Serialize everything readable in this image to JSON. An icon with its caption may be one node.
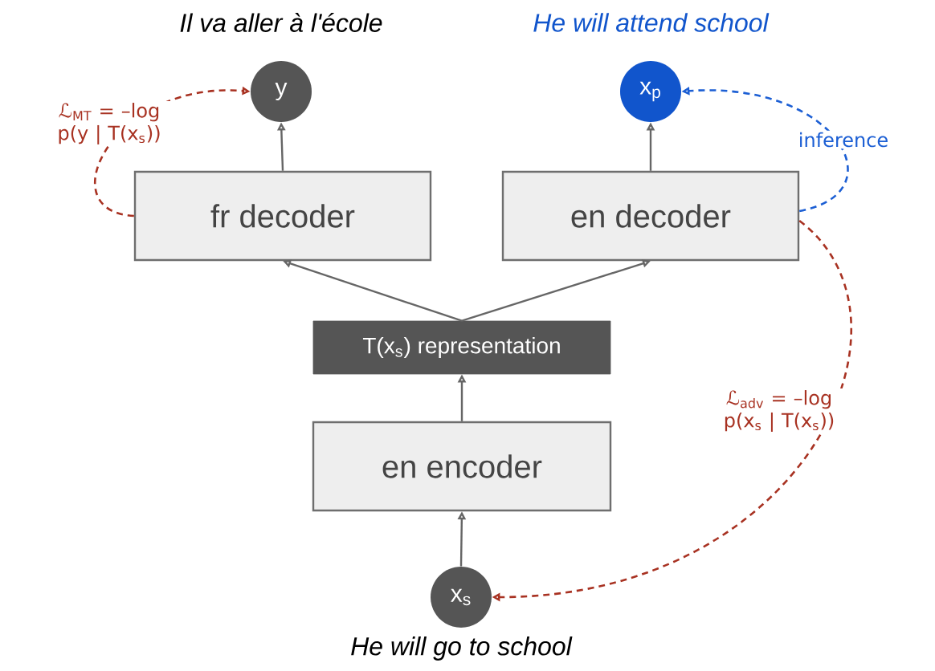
{
  "diagram": {
    "nodes": [
      {
        "text": [
          "y"
        ],
        "beside": [
          "Il va aller à l'école"
        ]
      },
      {
        "text": [
          "x$_{p}$"
        ],
        "beside": [
          "He will attend school"
        ]
      },
      {
        "text": [
          "fr decoder"
        ]
      },
      {
        "text": [
          "en decoder"
        ]
      },
      {
        "text": [
          "T(x$_{s}$) representation"
        ]
      },
      {
        "text": [
          "en encoder"
        ]
      },
      {
        "text": [
          "x$_{s}$"
        ],
        "beside": [
          "He will go to school"
        ]
      }
    ],
    "edges": [
      {
        "from": 6,
        "to": 5,
        "arrow": "to"
      },
      {
        "from": 5,
        "to": 4,
        "arrow": "to"
      },
      {
        "from": 4,
        "to": 2,
        "arrow": "to"
      },
      {
        "from": 4,
        "to": 3,
        "arrow": "to"
      },
      {
        "from": 2,
        "to": 0,
        "arrow": "to"
      },
      {
        "from": 3,
        "to": 1,
        "arrow": "to"
      },
      {
        "from": 2,
        "to": 0,
        "arrow": "to",
        "style": "dashed",
        "color": "#a83222",
        "label": "ℒ$_{MT}$ = –log p(y | T(x$_{s}$))"
      },
      {
        "from": 3,
        "to": 1,
        "arrow": "to",
        "style": "dashed",
        "color": "#1c5fd4",
        "label": "inference"
      },
      {
        "from": 3,
        "to": 6,
        "arrow": "to",
        "style": "dashed",
        "color": "#a83222",
        "label": "ℒ$_{adv}$ = –log p(x$_{s}$ | T(x$_{s}$))"
      }
    ]
  }
}
